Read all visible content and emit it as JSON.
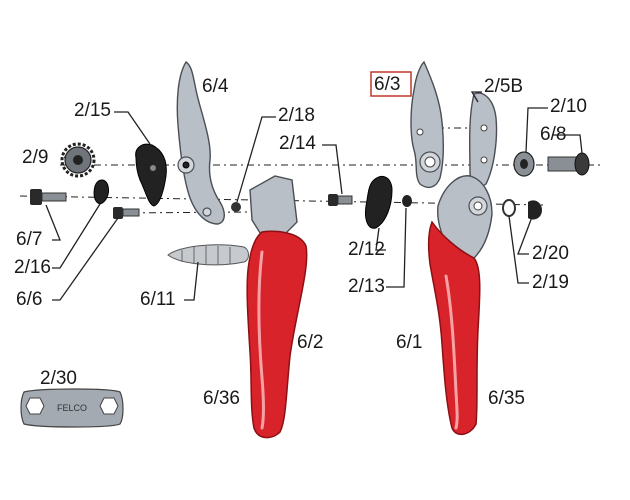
{
  "diagram": {
    "highlight_color": "#c0392b",
    "handle_color": "#d8232a",
    "steel_color": "#b9bfc6",
    "labels": {
      "p6_4": "6/4",
      "p2_15": "2/15",
      "p2_18": "2/18",
      "p2_9": "2/9",
      "p2_14": "2/14",
      "p6_7": "6/7",
      "p2_16": "2/16",
      "p6_6": "6/6",
      "p6_11": "6/11",
      "p6_2": "6/2",
      "p6_36": "6/36",
      "p2_30": "2/30",
      "p6_3": "6/3",
      "p2_5b": "2/5B",
      "p2_10": "2/10",
      "p6_8": "6/8",
      "p2_12": "2/12",
      "p2_13": "2/13",
      "p2_20": "2/20",
      "p2_19": "2/19",
      "p6_1": "6/1",
      "p6_35": "6/35"
    },
    "tool_stamp": "FELCO"
  }
}
